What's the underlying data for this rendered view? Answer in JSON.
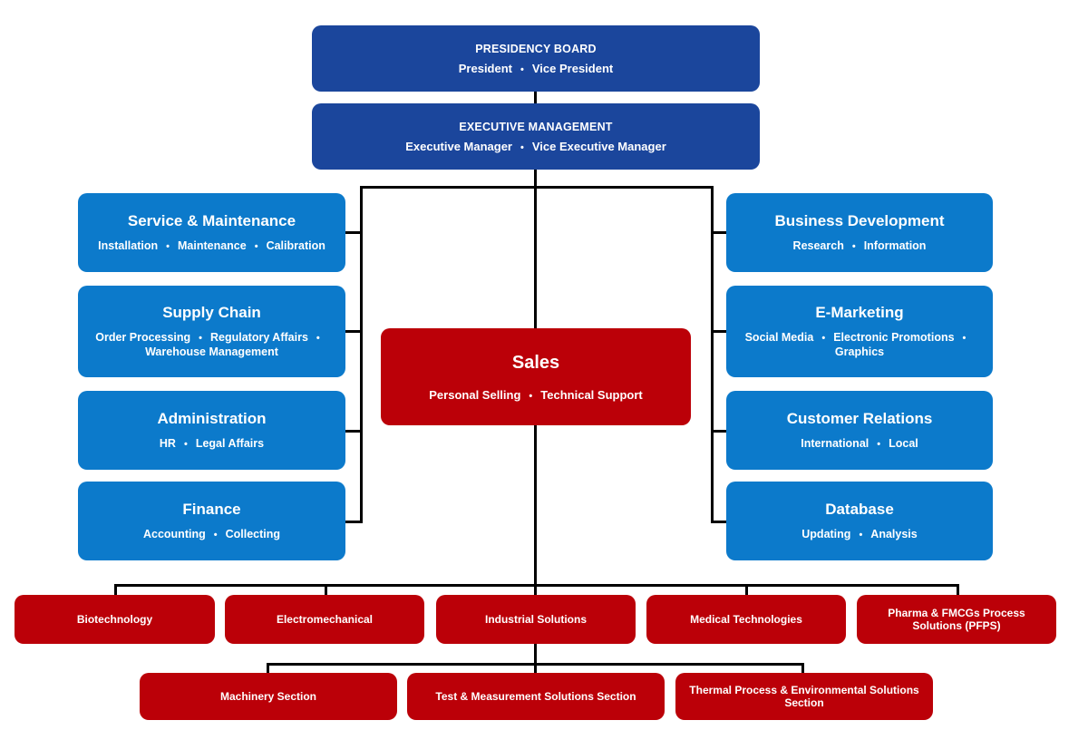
{
  "top": {
    "presidency": {
      "title": "PRESIDENCY BOARD",
      "subs": [
        "President",
        "Vice President"
      ]
    },
    "executive": {
      "title": "EXECUTIVE MANAGEMENT",
      "subs": [
        "Executive Manager",
        "Vice Executive Manager"
      ]
    }
  },
  "left_departments": [
    {
      "title": "Service & Maintenance",
      "subs": [
        "Installation",
        "Maintenance",
        "Calibration"
      ]
    },
    {
      "title": "Supply Chain",
      "subs": [
        "Order Processing",
        "Regulatory Affairs",
        "Warehouse Management"
      ]
    },
    {
      "title": "Administration",
      "subs": [
        "HR",
        "Legal Affairs"
      ]
    },
    {
      "title": "Finance",
      "subs": [
        "Accounting",
        "Collecting"
      ]
    }
  ],
  "right_departments": [
    {
      "title": "Business Development",
      "subs": [
        "Research",
        "Information"
      ]
    },
    {
      "title": "E-Marketing",
      "subs": [
        "Social Media",
        "Electronic Promotions",
        "Graphics"
      ]
    },
    {
      "title": "Customer Relations",
      "subs": [
        "International",
        "Local"
      ]
    },
    {
      "title": "Database",
      "subs": [
        "Updating",
        "Analysis"
      ]
    }
  ],
  "sales": {
    "title": "Sales",
    "subs": [
      "Personal Selling",
      "Technical Support"
    ]
  },
  "divisions": [
    "Biotechnology",
    "Electromechanical",
    "Industrial Solutions",
    "Medical Technologies",
    "Pharma & FMCGs Process Solutions (PFPS)"
  ],
  "sections": [
    "Machinery Section",
    "Test & Measurement Solutions Section",
    "Thermal Process & Environmental Solutions Section"
  ],
  "separator": "•",
  "colors": {
    "navy": "#1b469c",
    "blue": "#0c7acb",
    "red": "#bb0008",
    "line": "#000000"
  }
}
